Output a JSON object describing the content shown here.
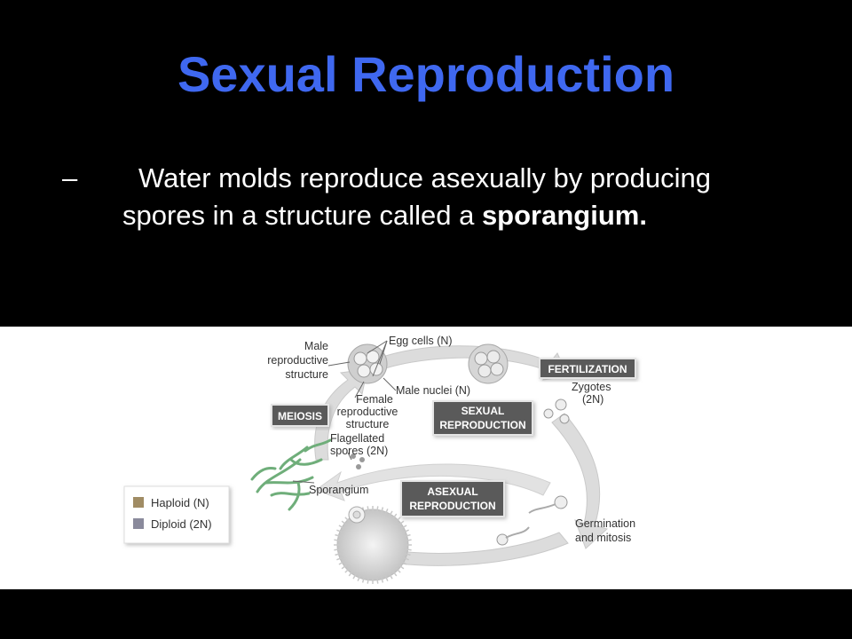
{
  "slide": {
    "title": "Sexual Reproduction",
    "bullet": {
      "dash": "–",
      "text_before": "Water molds reproduce asexually by producing spores in a structure called a",
      "emphasis": "sporangium."
    }
  },
  "diagram": {
    "labels": {
      "male_structure_1": "Male",
      "male_structure_2": "reproductive",
      "male_structure_3": "structure",
      "egg_cells": "Egg cells (N)",
      "male_nuclei": "Male nuclei (N)",
      "female_structure_1": "Female",
      "female_structure_2": "reproductive",
      "female_structure_3": "structure",
      "flagellated_1": "Flagellated",
      "flagellated_2": "spores (2N)",
      "sporangium": "Sporangium",
      "zygotes_1": "Zygotes",
      "zygotes_2": "(2N)",
      "germination_1": "Germination",
      "germination_2": "and mitosis"
    },
    "boxes": {
      "meiosis": "MEIOSIS",
      "fertilization": "FERTILIZATION",
      "sexual_1": "SEXUAL",
      "sexual_2": "REPRODUCTION",
      "asexual_1": "ASEXUAL",
      "asexual_2": "REPRODUCTION"
    },
    "legend": {
      "haploid": "Haploid (N)",
      "diploid": "Diploid (2N)"
    },
    "colors": {
      "box_fill": "#5a5a5a",
      "haploid_swatch": "#a08c64",
      "diploid_swatch": "#8a8a9c",
      "arrow": "#d9d9d9",
      "hyphae": "#6fae7a"
    }
  }
}
